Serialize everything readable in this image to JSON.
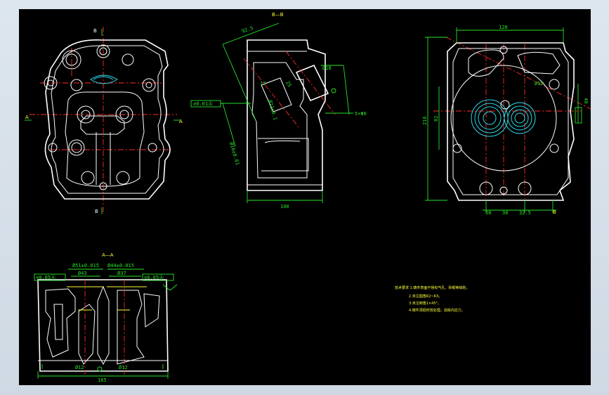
{
  "section_labels": {
    "bb": "B—B",
    "aa": "A—A",
    "a_top": "A",
    "b_bottom": "B",
    "b_top": "B"
  },
  "front_view": {
    "section_marks": [
      "A",
      "A"
    ]
  },
  "section_bb_dims": {
    "angle": "92.5",
    "width_bottom": "100",
    "feature_frame": "⊘0.01Ⓐ",
    "dia_left": "Ø16±0.01",
    "dia_left2": "Ø21±0.1",
    "dim_17": "17",
    "dim_25": "25",
    "dia_right": "Ø18",
    "thread": "5×Φ6"
  },
  "right_view_dims": {
    "width_top": "128",
    "height_left": "216",
    "height_inner": "82",
    "dim_right": "40",
    "bottom_d1": "60",
    "bottom_d2": "30",
    "bottom_d3": "32.5",
    "hole": "Ø15"
  },
  "section_aa_dims": {
    "dia1": "Ø51±0.015",
    "dia2": "Ø44±0.015",
    "dia3": "Ø43",
    "dia4": "Ø37",
    "frame_left": "⊘0.05Ⓐ",
    "frame_right": "⊘0.05Ⓐ",
    "width_bottom": "165",
    "inner1": "Ø12",
    "inner2": "Ø12"
  },
  "notes": [
    "技术要求 1.铸件表面不得有气孔、砂眼等缺陷，",
    "2.未注圆角R2~R3。",
    "3.未注倒角1×45°。",
    "4.铸件须经时效处理，消除内应力。"
  ]
}
